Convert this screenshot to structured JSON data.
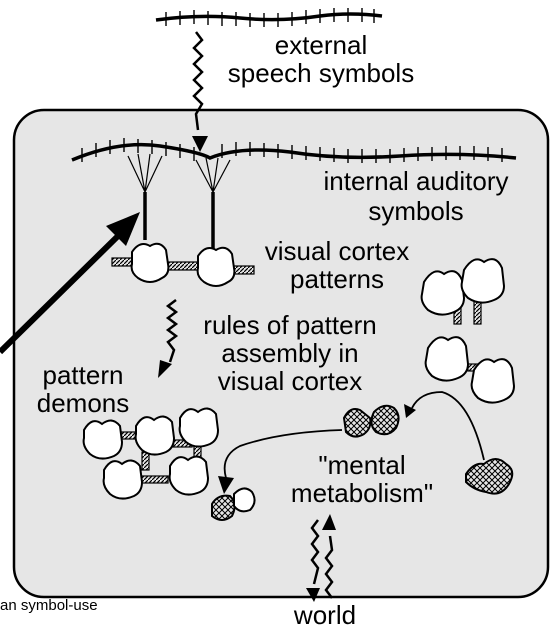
{
  "diagram": {
    "labels": {
      "external_line1": "external",
      "external_line2": "speech symbols",
      "internal_line1": "internal auditory",
      "internal_line2": "symbols",
      "visual_line1": "visual cortex",
      "visual_line2": "patterns",
      "rules_line1": "rules of pattern",
      "rules_line2": "assembly in",
      "rules_line3": "visual cortex",
      "demons_line1": "pattern",
      "demons_line2": "demons",
      "metab_line1": "\"mental",
      "metab_line2": "metabolism\"",
      "world": "world",
      "caption_fragment": "an symbol-use"
    },
    "colors": {
      "box_fill": "#e6e6e6",
      "ink": "#000000",
      "piece_fill": "#ffffff"
    }
  }
}
